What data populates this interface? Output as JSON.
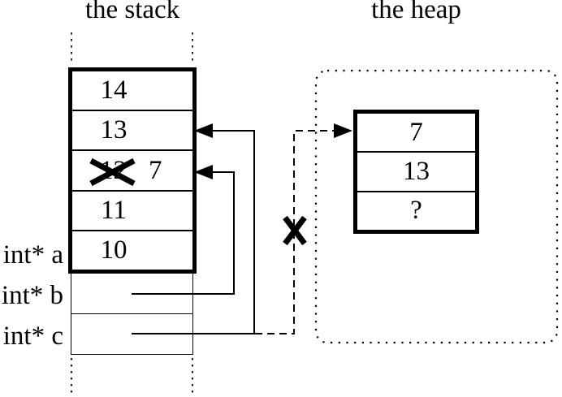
{
  "titles": {
    "stack": "the stack",
    "heap": "the heap"
  },
  "stack": {
    "cells": [
      {
        "value": "14",
        "crossed": false
      },
      {
        "value": "13",
        "crossed": false
      },
      {
        "value": "12",
        "crossed": true,
        "new_value": "7"
      },
      {
        "value": "11",
        "crossed": false
      },
      {
        "value": "10",
        "crossed": false
      }
    ],
    "variables": [
      {
        "label": "int* a"
      },
      {
        "label": "int* b"
      },
      {
        "label": "int* c"
      }
    ]
  },
  "heap": {
    "cells": [
      {
        "value": "7"
      },
      {
        "value": "13"
      },
      {
        "value": "?"
      }
    ]
  },
  "colors": {
    "ink": "#000000",
    "background": "#ffffff"
  }
}
